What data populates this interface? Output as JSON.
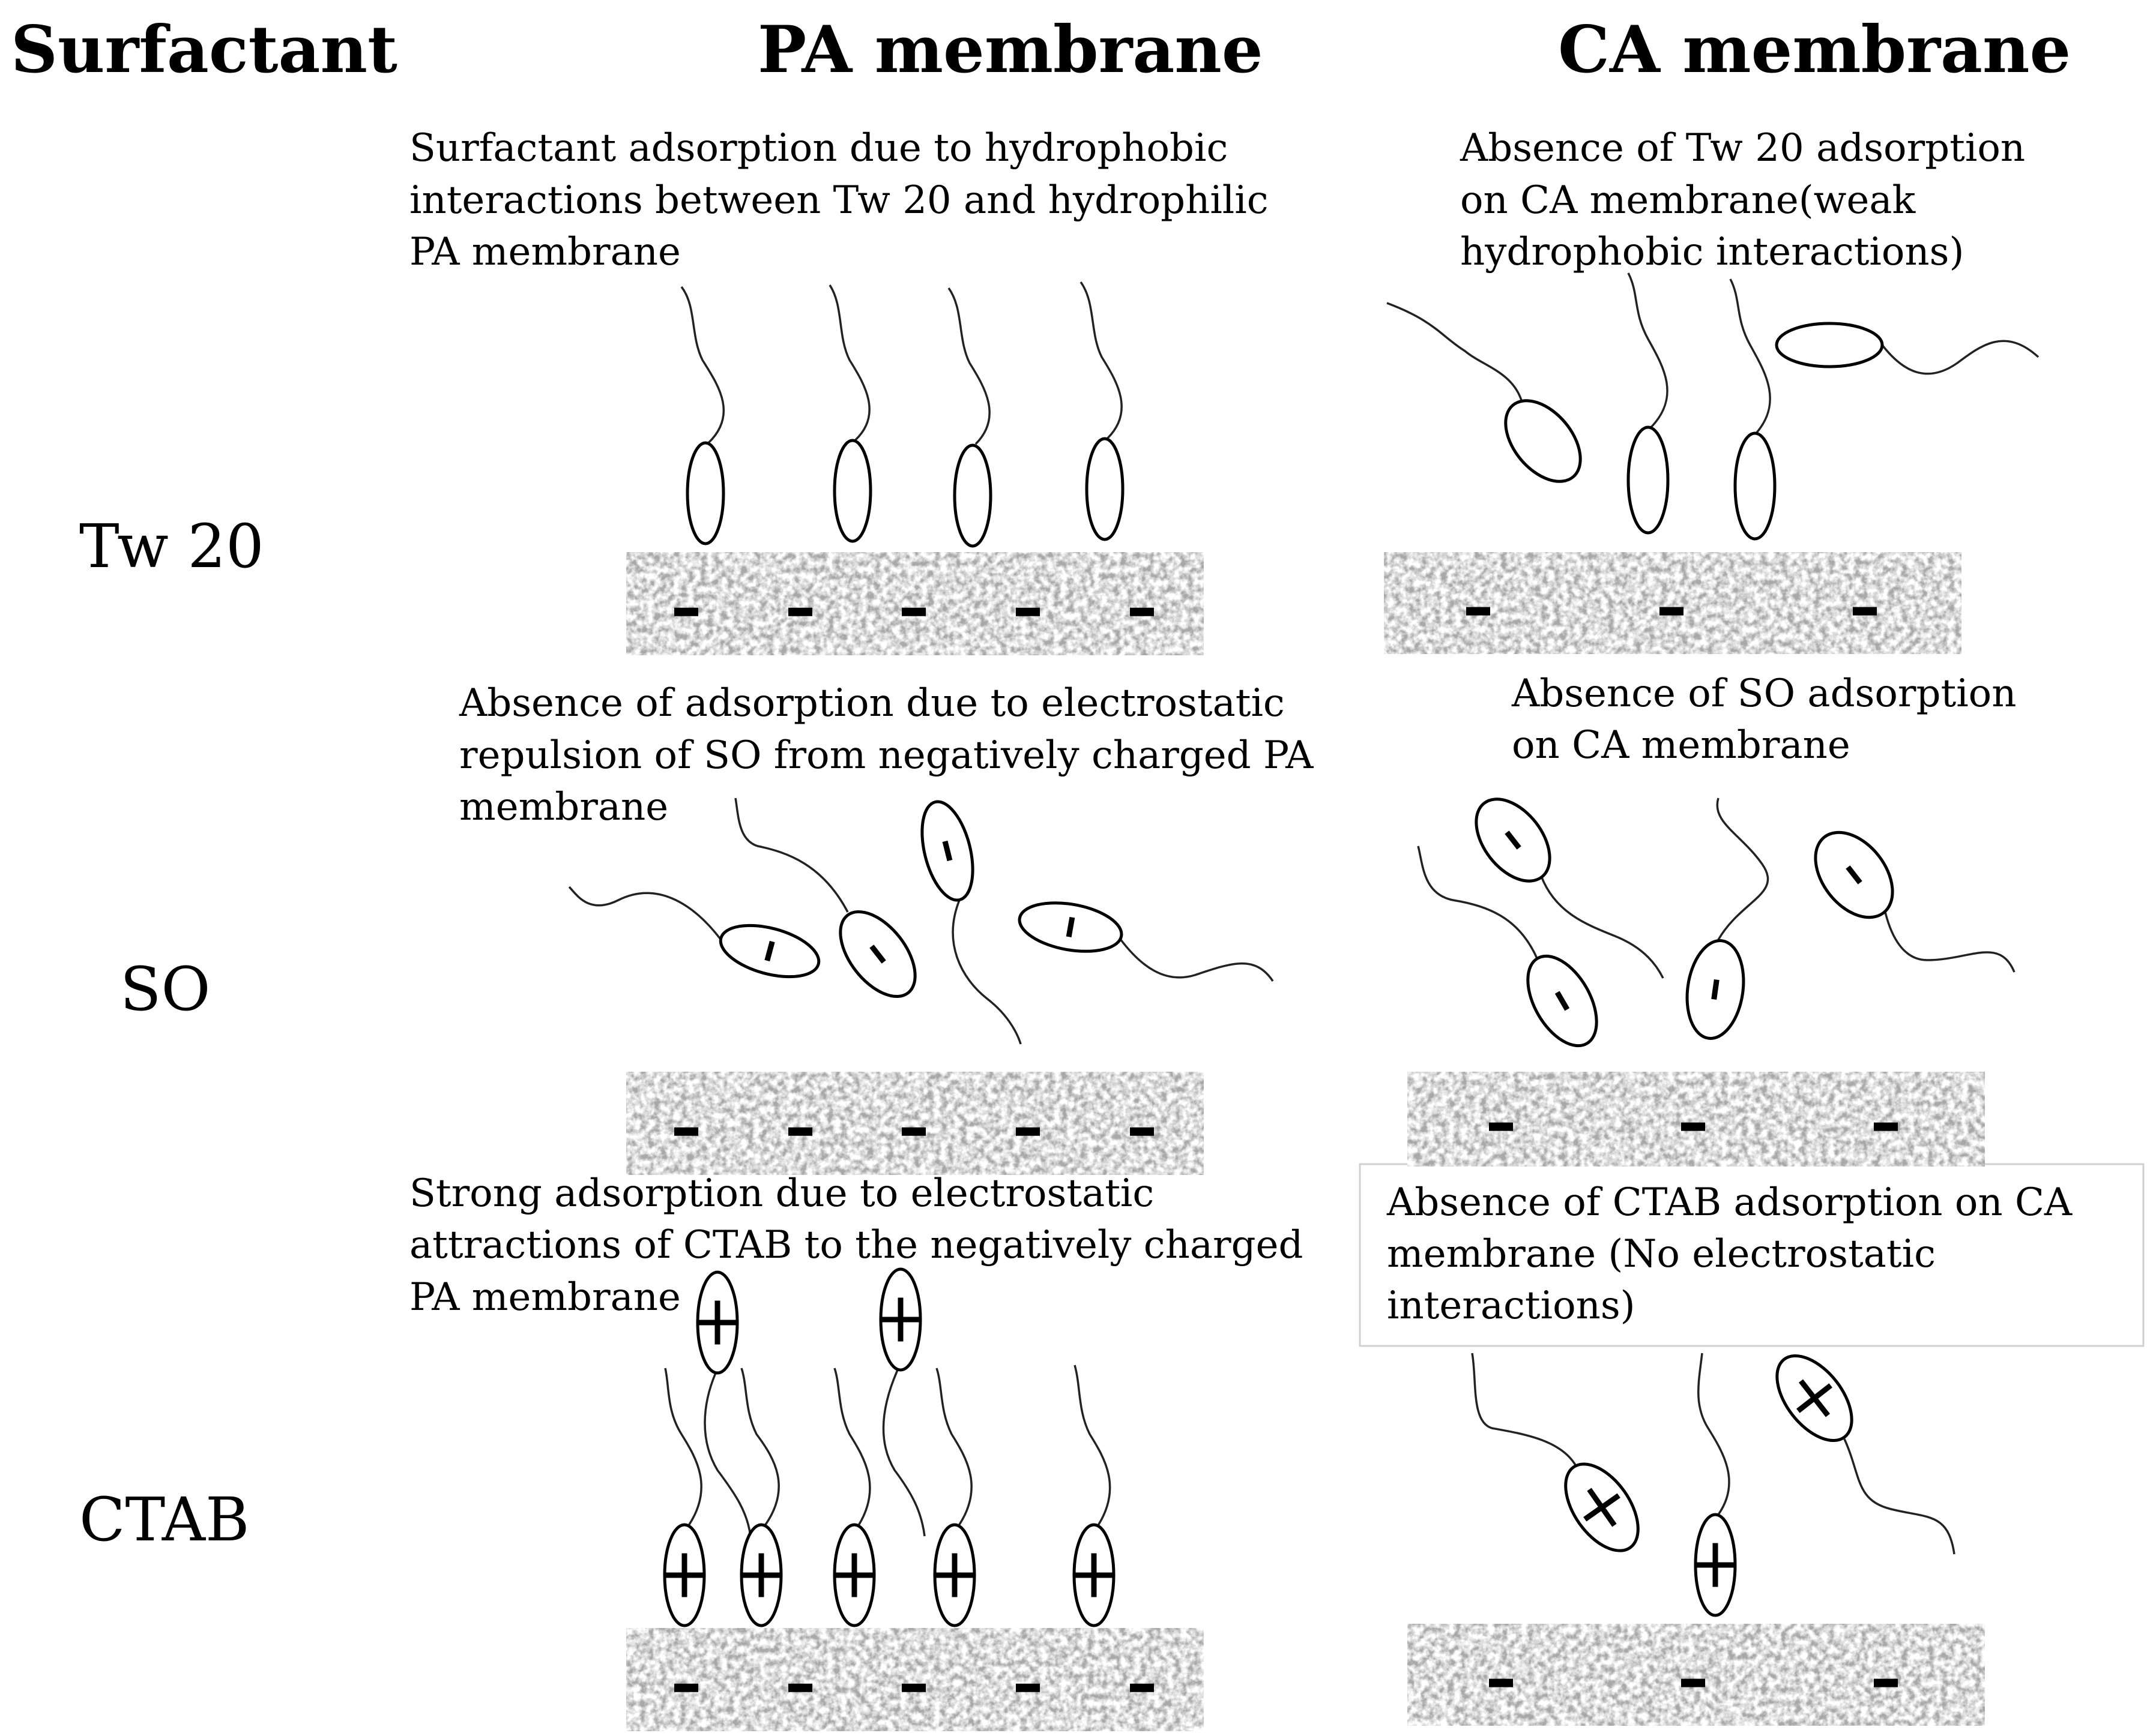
{
  "headers": {
    "surfactant": "Surfactant",
    "pa": "PA membrane",
    "ca": "CA membrane"
  },
  "rows": [
    {
      "label": "Tw 20",
      "pa_text": [
        "Surfactant adsorption due  to hydrophobic",
        "interactions between Tw 20 and hydrophilic",
        "PA membrane"
      ],
      "ca_text": [
        "Absence of Tw 20 adsorption",
        "on CA membrane(weak",
        "hydrophobic  interactions)"
      ]
    },
    {
      "label": "SO",
      "pa_text": [
        "Absence of adsorption due  to electrostatic",
        "repulsion of SO from negatively charged PA",
        "membrane"
      ],
      "ca_text": [
        "Absence of SO adsorption",
        "on CA membrane"
      ]
    },
    {
      "label": "CTAB",
      "pa_text": [
        "Strong adsorption due  to electrostatic",
        "attractions of CTAB to the negatively charged",
        "PA membrane"
      ],
      "ca_text": [
        "Absence of CTAB adsorption on CA",
        "membrane (No electrostatic",
        "interactions)"
      ]
    }
  ],
  "membrane_style": {
    "granite_base": "#a8a8a8",
    "charge_color": "#000000"
  }
}
